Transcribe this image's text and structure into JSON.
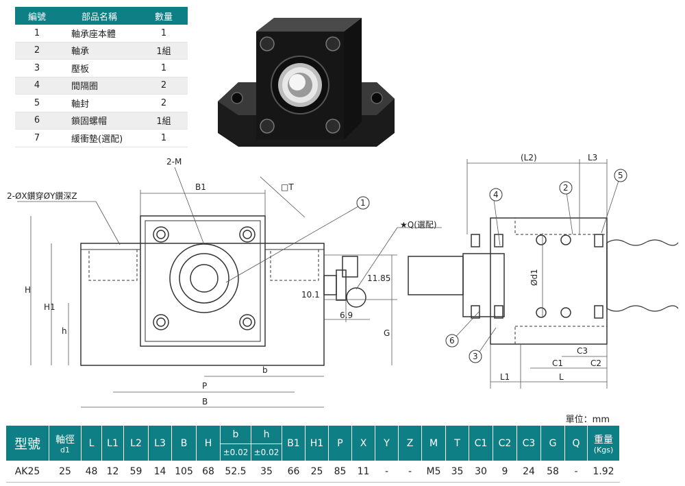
{
  "parts_table": {
    "headers": [
      "編號",
      "部品名稱",
      "數量"
    ],
    "rows": [
      {
        "no": "1",
        "name": "軸承座本體",
        "qty": "1"
      },
      {
        "no": "2",
        "name": "軸承",
        "qty": "1組"
      },
      {
        "no": "3",
        "name": "壓板",
        "qty": "1"
      },
      {
        "no": "4",
        "name": "間隔圈",
        "qty": "2"
      },
      {
        "no": "5",
        "name": "軸封",
        "qty": "2"
      },
      {
        "no": "6",
        "name": "鎖固螺帽",
        "qty": "1組"
      },
      {
        "no": "7",
        "name": "緩衝墊(選配)",
        "qty": "1"
      }
    ]
  },
  "drawing": {
    "left_labels": {
      "hole_note": "2-ØX鑽穿ØY鑽深Z",
      "m_note": "2-M",
      "t_note": "□T",
      "b1": "B1",
      "h": "H",
      "h1": "H1",
      "h_small": "h",
      "b_small": "b",
      "p": "P",
      "b": "B",
      "g": "G",
      "q_note": "★Q(選配)",
      "dim_1185": "11.85",
      "dim_101": "10.1",
      "dim_69": "6.9",
      "callout_1": "1"
    },
    "right_labels": {
      "l2": "(L2)",
      "l3": "L3",
      "l1": "L1",
      "l": "L",
      "c1": "C1",
      "c2": "C2",
      "c3": "C3",
      "d1": "Ød1",
      "callout_2": "2",
      "callout_3": "3",
      "callout_4": "4",
      "callout_5": "5",
      "callout_6": "6"
    }
  },
  "unit_label": "單位：mm",
  "spec_table": {
    "model_header": "型號",
    "shaft_header": "軸徑",
    "shaft_sub": "d1",
    "cols_a": [
      "L",
      "L1",
      "L2",
      "L3",
      "B",
      "H"
    ],
    "b_header": "b",
    "b_tol": "±0.02",
    "h_header": "h",
    "h_tol": "±0.02",
    "cols_b": [
      "B1",
      "H1",
      "P",
      "X",
      "Y",
      "Z",
      "M",
      "T",
      "C1",
      "C2",
      "C3",
      "G",
      "Q"
    ],
    "weight_header": "重量",
    "weight_unit": "(Kgs)",
    "row": [
      "AK25",
      "25",
      "48",
      "12",
      "59",
      "14",
      "105",
      "68",
      "52.5",
      "35",
      "66",
      "25",
      "85",
      "11",
      "-",
      "-",
      "M5",
      "35",
      "30",
      "9",
      "24",
      "58",
      "-",
      "1.92"
    ]
  },
  "colors": {
    "header_bg": "#0f7f86",
    "header_text": "#ffffff",
    "alt_row": "#eeeeee"
  }
}
